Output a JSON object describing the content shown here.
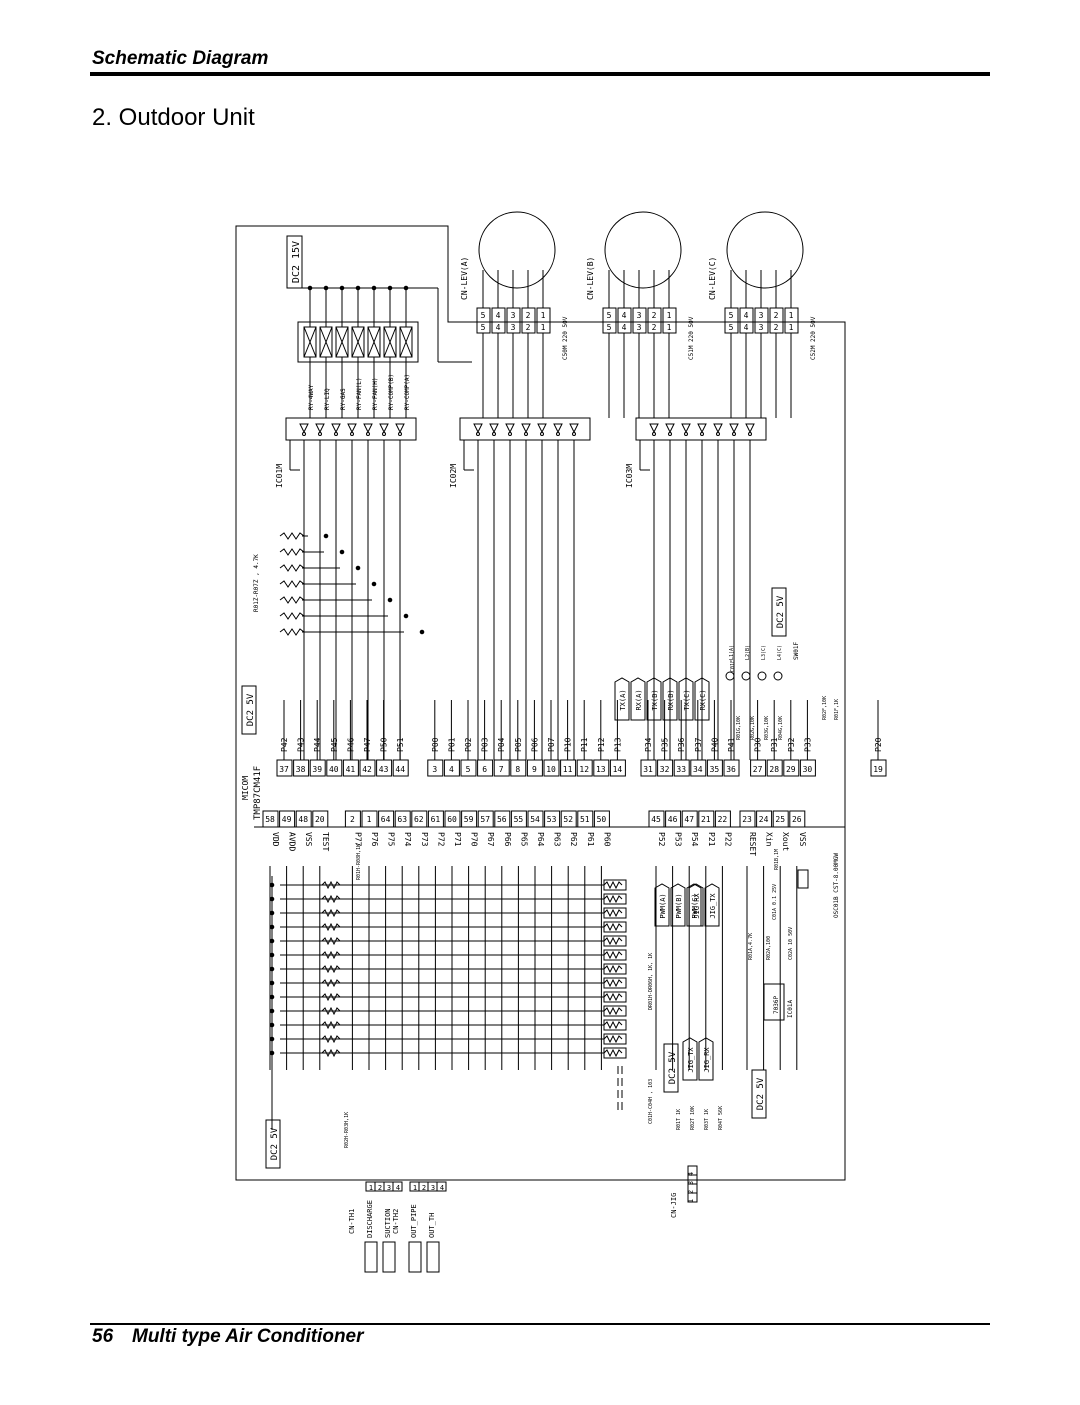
{
  "header": {
    "section_title": "Schematic Diagram"
  },
  "page": {
    "subtitle": "2. Outdoor Unit"
  },
  "footer": {
    "page_number": "56",
    "manual_title": "Multi type Air Conditioner"
  },
  "schematic": {
    "supply_top": "DC2 15V",
    "supply_5v": "DC2 5V",
    "motors": [
      "CN-LEV(A)",
      "CN-LEV(B)",
      "CN-LEV(C)"
    ],
    "connector_pins": [
      "5",
      "4",
      "3",
      "2",
      "1"
    ],
    "caps_lev": [
      "C50M 220 50V",
      "C51M 220 50V",
      "C52M 220 50V"
    ],
    "driver_ics": [
      "IC01M",
      "IC02M",
      "IC03M"
    ],
    "relays": [
      "RY-4WAY",
      "RY-LIQ",
      "RY-GAS",
      "RY-FAN(L)",
      "RY-FAN(H)",
      "RY-COMP(B)",
      "RY-COMP(A)"
    ],
    "pullups": "R01Z-R07Z , 4.7K",
    "micom_label": "MICOM",
    "micom_part": "TMP87CM41F",
    "pins_top_names": [
      "P42",
      "P43",
      "P44",
      "P45",
      "P46",
      "P47",
      "P50",
      "P51",
      "P00",
      "P01",
      "P02",
      "P03",
      "P04",
      "P05",
      "P06",
      "P07",
      "P10",
      "P11",
      "P12",
      "P13",
      "P34",
      "P35",
      "P36",
      "P37",
      "P40",
      "P41",
      "P30",
      "P31",
      "P32",
      "P33",
      "P20"
    ],
    "pins_top_nums": [
      "37",
      "38",
      "39",
      "40",
      "41",
      "42",
      "43",
      "44",
      "3",
      "4",
      "5",
      "6",
      "7",
      "8",
      "9",
      "10",
      "11",
      "12",
      "13",
      "14",
      "31",
      "32",
      "33",
      "34",
      "35",
      "36",
      "27",
      "28",
      "29",
      "30",
      "19"
    ],
    "pins_bottom_nums": [
      "58",
      "49",
      "48",
      "20",
      "2",
      "1",
      "64",
      "63",
      "62",
      "61",
      "60",
      "59",
      "57",
      "56",
      "55",
      "54",
      "53",
      "52",
      "51",
      "50",
      "45",
      "46",
      "47",
      "21",
      "22",
      "23",
      "24",
      "25",
      "26"
    ],
    "pins_bottom_names": [
      "VDD",
      "AVDD",
      "VSS",
      "TEST",
      "P77",
      "P76",
      "P75",
      "P74",
      "P73",
      "P72",
      "P71",
      "P70",
      "P67",
      "P66",
      "P65",
      "P64",
      "P63",
      "P62",
      "P61",
      "P60",
      "P52",
      "P53",
      "P54",
      "P21",
      "P22",
      "RESET",
      "Xin",
      "Xout",
      "VSS"
    ],
    "signal_tags": [
      "TX(A)",
      "RX(A)",
      "TX(B)",
      "RX(B)",
      "TX(C)",
      "RX(C)",
      "PWM(A)",
      "PWM(B)",
      "PWM(C)",
      "JIG_RX",
      "JIG_TX",
      "JIG_TX",
      "JIG_RX"
    ],
    "leds": [
      "L1(A)",
      "L2(B)",
      "L3(C)",
      "L4(C)"
    ],
    "resistor_notes": [
      "R01G,10K",
      "R02G,10K",
      "R03G,10K",
      "R04G,10K",
      "R02F,10K",
      "R01F,1K",
      "R01A,4.7K",
      "R02A,100",
      "R01B,1M",
      "R01H-R08H,1K",
      "R02H-R03H,1K",
      "R01T 1K",
      "R02T 10K",
      "R03T 1K",
      "R04T 56K"
    ],
    "caps_misc": [
      "C01F",
      "C01A 0.1 25V",
      "C02A 10 50V",
      "C01H-C04H , 103"
    ],
    "sw_label": "SW01F",
    "reset_ic": "IC01A",
    "reset_ic_part": "7036P",
    "crystal": "OSC01B CST-8.00MGW",
    "network_note": "DR01H-DR06H, 1K, 1K",
    "connectors": [
      {
        "name": "CN-TH1",
        "pins": [
          "1",
          "2",
          "3",
          "4"
        ],
        "sensors": [
          "DISCHARGE",
          "SUCTION"
        ]
      },
      {
        "name": "CN-TH2",
        "pins": [
          "1",
          "2",
          "3",
          "4"
        ],
        "sensors": [
          "OUT_PIPE",
          "OUT_TH"
        ]
      },
      {
        "name": "CN-JIG",
        "pins": [
          "4",
          "3",
          "2",
          "1"
        ],
        "sensors": []
      }
    ]
  }
}
